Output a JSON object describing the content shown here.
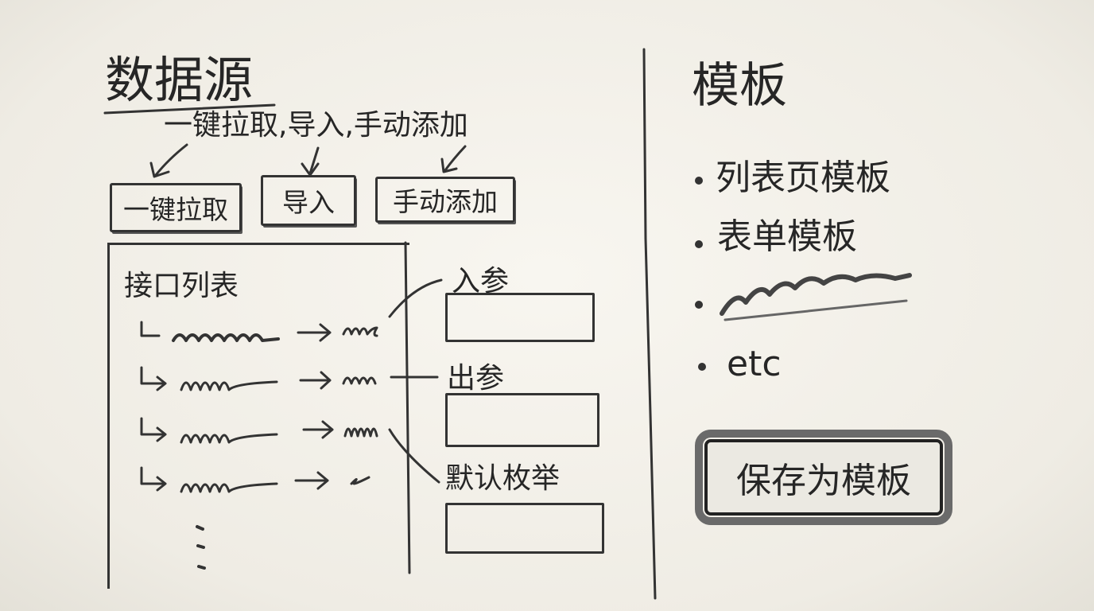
{
  "datasource": {
    "title": "数据源",
    "subtitle": "一键拉取,导入,手动添加",
    "buttons": {
      "pull": "一键拉取",
      "import": "导入",
      "manual": "手动添加"
    }
  },
  "api_list": {
    "title": "接口列表"
  },
  "params": {
    "input_label": "入参",
    "output_label": "出参",
    "enum_label": "默认枚举"
  },
  "templates": {
    "title": "模板",
    "items": [
      "列表页模板",
      "表单模板",
      "etc"
    ],
    "save_button": "保存为模板"
  }
}
